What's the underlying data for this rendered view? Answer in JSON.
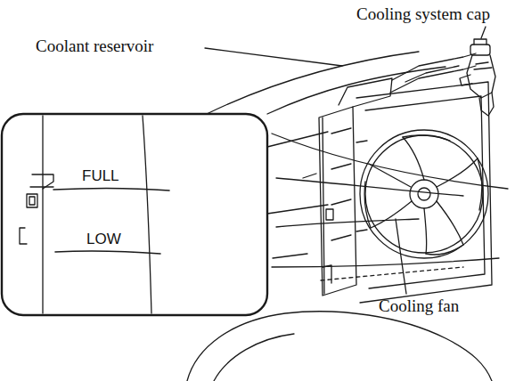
{
  "diagram": {
    "labels": [
      "Cooling system cap",
      "Coolant reservoir",
      "FULL",
      "LOW",
      "Cooling fan"
    ]
  }
}
